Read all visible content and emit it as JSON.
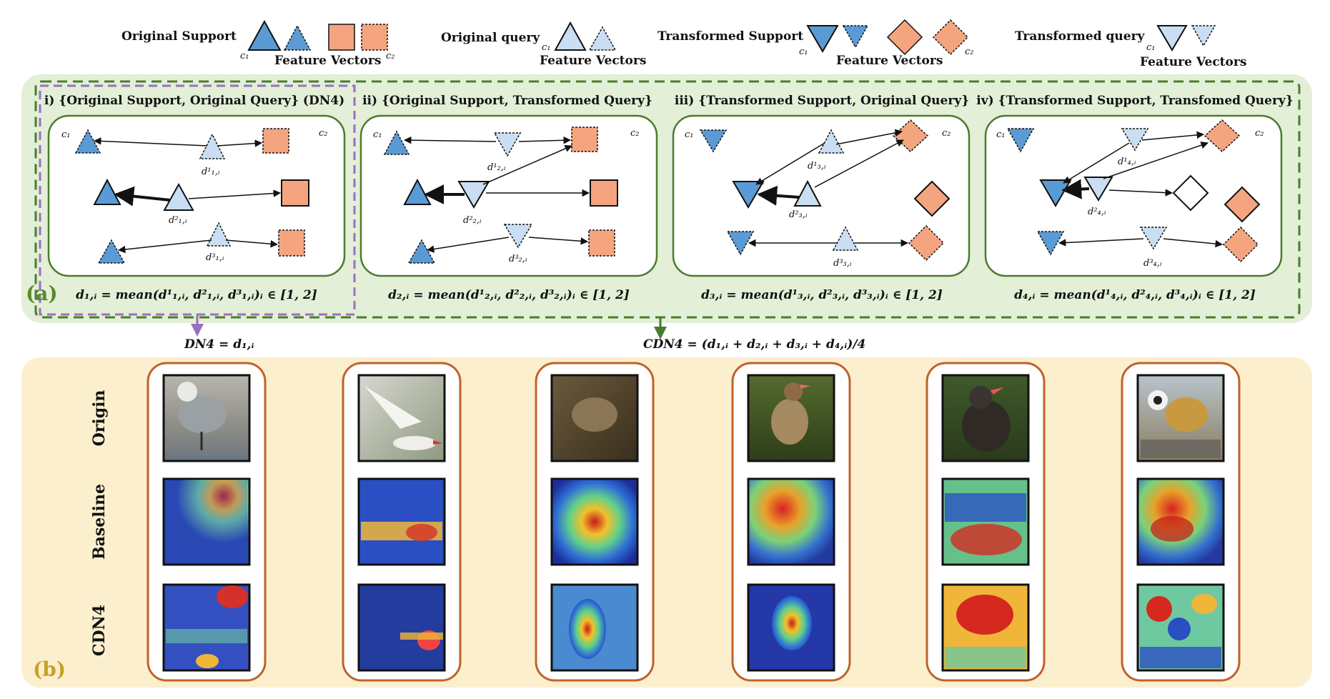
{
  "legend": {
    "original_support": "Original Support",
    "original_query": "Original query",
    "transformed_support": "Transformed Support",
    "transformed_query": "Transformed query",
    "feature_vectors": "Feature Vectors",
    "c1": "c₁",
    "c2": "c₂"
  },
  "panel_a": {
    "label": "(a)",
    "subpanels": [
      {
        "title": "i) {Original Support, Original Query} (DN4)",
        "d1": "d¹₁,ᵢ",
        "d2": "d²₁,ᵢ",
        "d3": "d³₁,ᵢ",
        "formula": "d₁,ᵢ = mean(d¹₁,ᵢ, d²₁,ᵢ, d³₁,ᵢ)ᵢ ∈ [1, 2]"
      },
      {
        "title": "ii) {Original Support, Transformed Query}",
        "d1": "d¹₂,ᵢ",
        "d2": "d²₂,ᵢ",
        "d3": "d³₂,ᵢ",
        "formula": "d₂,ᵢ = mean(d¹₂,ᵢ, d²₂,ᵢ, d³₂,ᵢ)ᵢ ∈ [1, 2]"
      },
      {
        "title": "iii) {Transformed Support, Original Query}",
        "d1": "d¹₃,ᵢ",
        "d2": "d²₃,ᵢ",
        "d3": "d³₃,ᵢ",
        "formula": "d₃,ᵢ = mean(d¹₃,ᵢ, d²₃,ᵢ, d³₃,ᵢ)ᵢ ∈ [1, 2]"
      },
      {
        "title": "iv) {Transformed Support, Transfomed Query}",
        "d1": "d¹₄,ᵢ",
        "d2": "d²₄,ᵢ",
        "d3": "d³₄,ᵢ",
        "formula": "d₄,ᵢ = mean(d¹₄,ᵢ, d²₄,ᵢ, d³₄,ᵢ)ᵢ ∈ [1, 2]"
      }
    ],
    "dn4_eq": "DN4 = d₁,ᵢ",
    "cdn4_eq": "CDN4 = (d₁,ᵢ + d₂,ᵢ + d₃,ᵢ + d₄,ᵢ)/4"
  },
  "panel_b": {
    "label": "(b)",
    "rows": [
      "Origin",
      "Baseline",
      "CDN4"
    ],
    "columns": 6
  },
  "colors": {
    "support_blue": "#5b9bd5",
    "query_lightblue": "#c9def2",
    "orange": "#f4a57f",
    "green_bg": "#e3efd6",
    "green_border": "#4a7c2e",
    "yellow_bg": "#fcefce",
    "purple": "#9b6fc4",
    "card_border": "#c0622a",
    "label_a": "#5a8a2f",
    "label_b": "#c8a02a"
  }
}
